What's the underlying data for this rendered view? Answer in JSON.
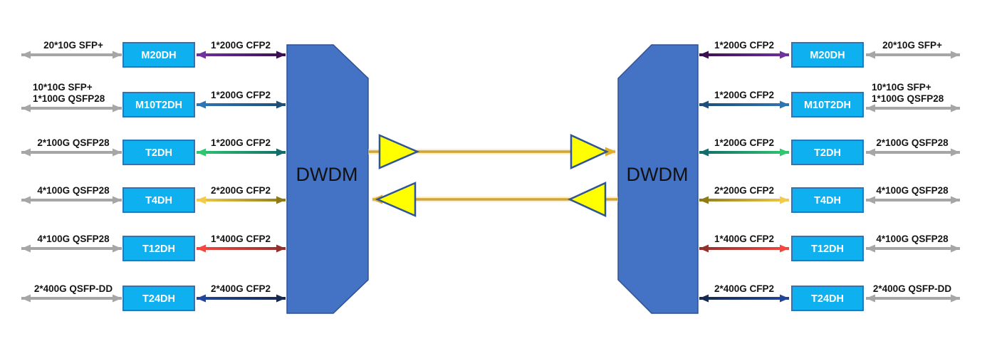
{
  "diagram": {
    "dwdm": {
      "label": "DWDM",
      "fill": "#4472C4",
      "stroke": "#2F528F"
    },
    "module_box": {
      "fill": "#0FB0F0",
      "stroke": "#2E75B6"
    },
    "client_arrow_color": "#A6A6A6",
    "fiber": {
      "line_color": "#D2A433",
      "halo_color": "#F3E2A4",
      "head_color": "#DFAE2B",
      "amp_fill": "#FFFF00",
      "amp_stroke": "#2F5597"
    },
    "rows": [
      {
        "module": "M20DH",
        "client": "20*10G SFP+",
        "client2": "",
        "line": "1*200G CFP2",
        "color_box": "#7030A0",
        "color_dwdm": "#3B1053"
      },
      {
        "module": "M10T2DH",
        "client": "10*10G SFP+",
        "client2": "1*100G QSFP28",
        "line": "1*200G CFP2",
        "color_box": "#2E75B6",
        "color_dwdm": "#1F4E79"
      },
      {
        "module": "T2DH",
        "client": "2*100G QSFP28",
        "client2": "",
        "line": "1*200G CFP2",
        "color_box": "#2DC76D",
        "color_dwdm": "#146B6B"
      },
      {
        "module": "T4DH",
        "client": "4*100G QSFP28",
        "client2": "",
        "line": "2*200G CFP2",
        "color_box": "#F2CB4B",
        "color_dwdm": "#8E7B18"
      },
      {
        "module": "T12DH",
        "client": "4*100G QSFP28",
        "client2": "",
        "line": "1*400G CFP2",
        "color_box": "#F5473E",
        "color_dwdm": "#93302C"
      },
      {
        "module": "T24DH",
        "client": "2*400G QSFP-DD",
        "client2": "",
        "line": "2*400G CFP2",
        "color_box": "#24469A",
        "color_dwdm": "#16294F"
      }
    ]
  }
}
